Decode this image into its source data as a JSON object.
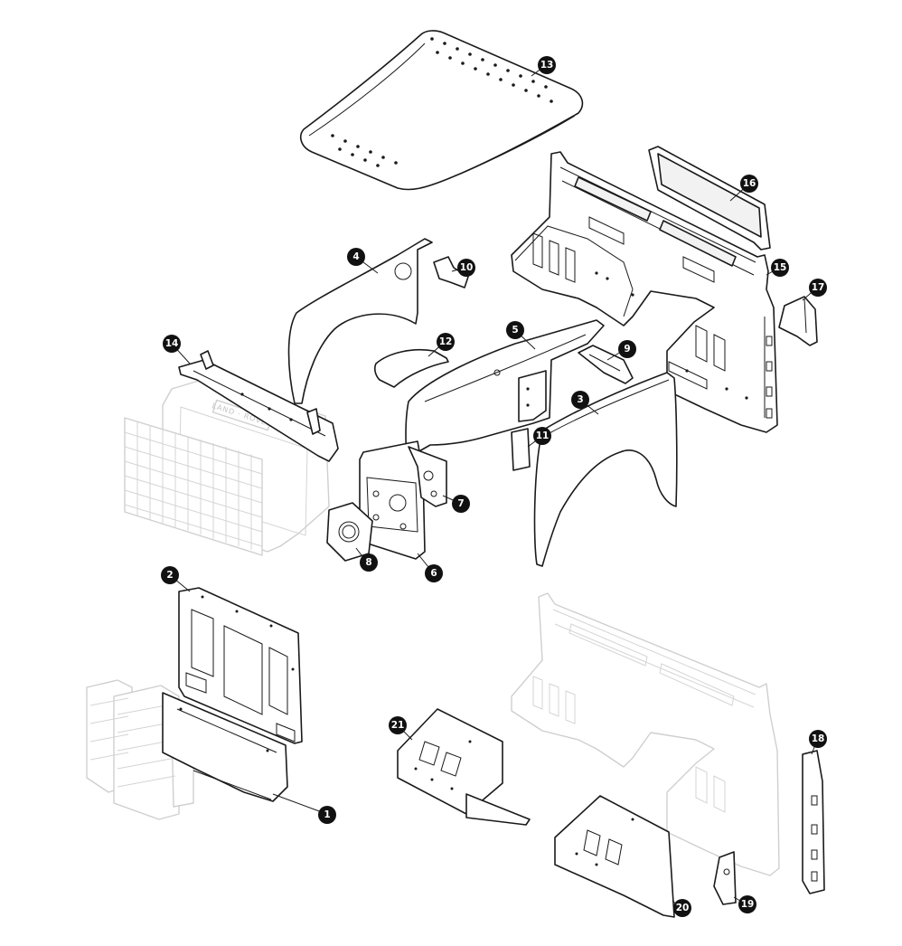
{
  "callouts": [
    {
      "label": "1"
    },
    {
      "label": "2"
    },
    {
      "label": "3"
    },
    {
      "label": "4"
    },
    {
      "label": "5"
    },
    {
      "label": "6"
    },
    {
      "label": "7"
    },
    {
      "label": "8"
    },
    {
      "label": "9"
    },
    {
      "label": "10"
    },
    {
      "label": "11"
    },
    {
      "label": "12"
    },
    {
      "label": "13"
    },
    {
      "label": "14"
    },
    {
      "label": "15"
    },
    {
      "label": "16"
    },
    {
      "label": "17"
    },
    {
      "label": "18"
    },
    {
      "label": "19"
    },
    {
      "label": "20"
    },
    {
      "label": "21"
    }
  ],
  "grille_badge": "LAND · ROVER",
  "colors": {
    "line": "#1a1a1a",
    "ghost_line": "#cfcfcf",
    "callout_fill": "#111111",
    "callout_text": "#ffffff"
  }
}
